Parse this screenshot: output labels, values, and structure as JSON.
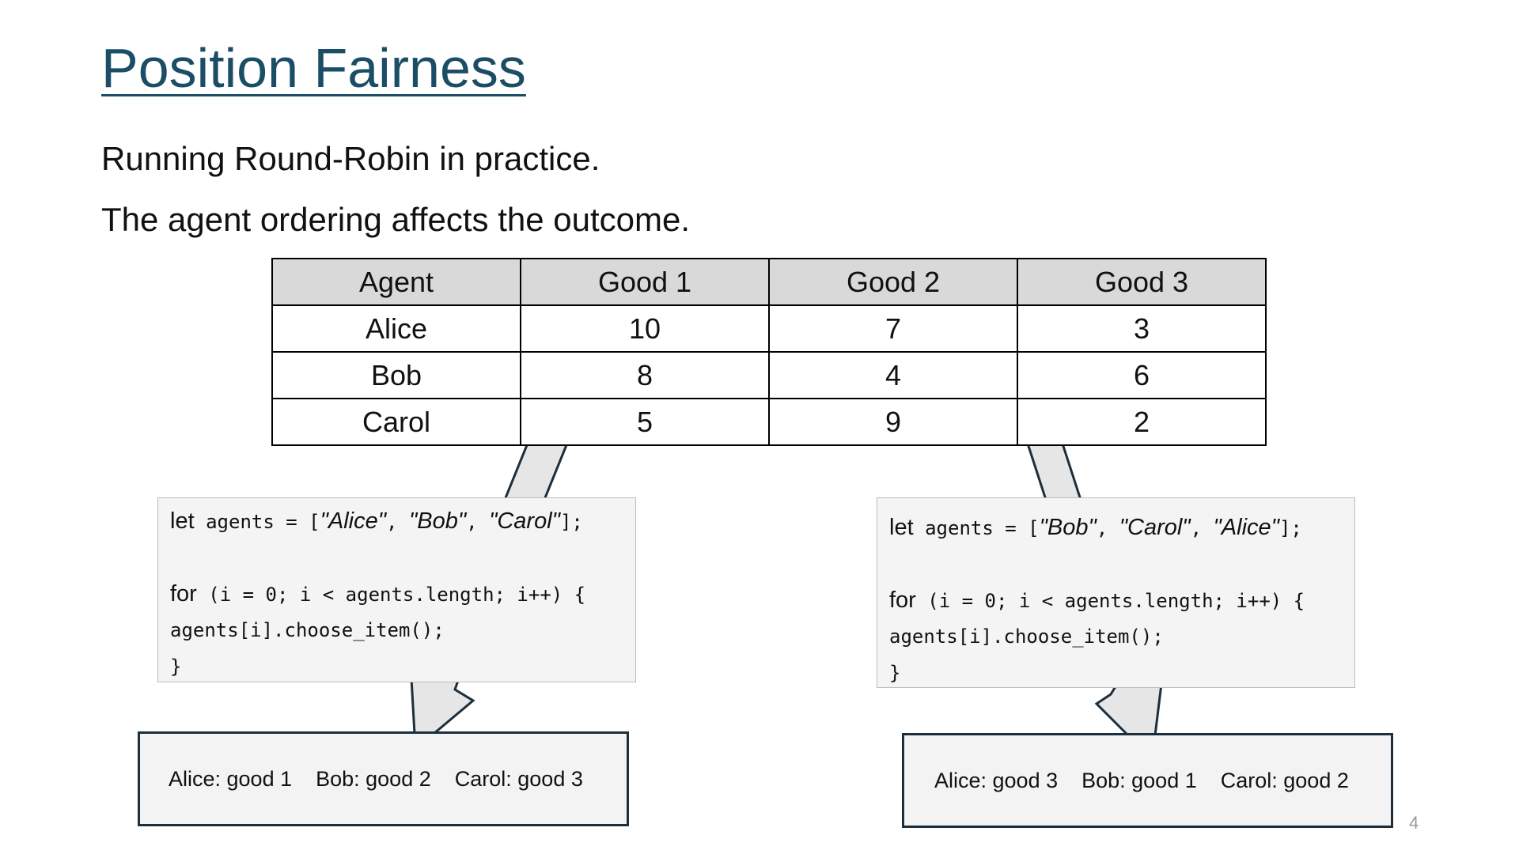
{
  "slide": {
    "title": "Position Fairness",
    "subtitle_lines": [
      "Running Round-Robin in practice.",
      "The agent ordering affects the outcome."
    ],
    "page_number": "4"
  },
  "valuation_table": {
    "headers": [
      "Agent",
      "Good 1",
      "Good 2",
      "Good 3"
    ],
    "rows": [
      [
        "Alice",
        "10",
        "7",
        "3"
      ],
      [
        "Bob",
        "8",
        "4",
        "6"
      ],
      [
        "Carol",
        "5",
        "9",
        "2"
      ]
    ]
  },
  "left_example": {
    "code": {
      "keyword_let": "let",
      "decl_mid": " agents = [",
      "agents": [
        "\"Alice\"",
        "\"Bob\"",
        "\"Carol\""
      ],
      "decl_end": "];",
      "keyword_for": "for",
      "loop_rest": " (i = 0; i < agents.length; i++) {",
      "body": "agents[i].choose_item();",
      "close": "}"
    },
    "result": [
      "Alice: good 1",
      "Bob: good 2",
      "Carol: good 3"
    ]
  },
  "right_example": {
    "code": {
      "keyword_let": "let",
      "decl_mid": " agents = [",
      "agents": [
        "\"Bob\"",
        "\"Carol\"",
        "\"Alice\""
      ],
      "decl_end": "];",
      "keyword_for": "for",
      "loop_rest": " (i = 0; i < agents.length; i++) {",
      "body": "agents[i].choose_item();",
      "close": "}"
    },
    "result": [
      "Alice: good 3",
      "Bob: good 1",
      "Carol: good 2"
    ]
  },
  "colors": {
    "title": "#1b4e66",
    "table_header_bg": "#d9d9d9",
    "code_bg": "#f4f4f4",
    "result_border": "#1d2f3d",
    "arrow_fill": "#e6e6e6"
  }
}
